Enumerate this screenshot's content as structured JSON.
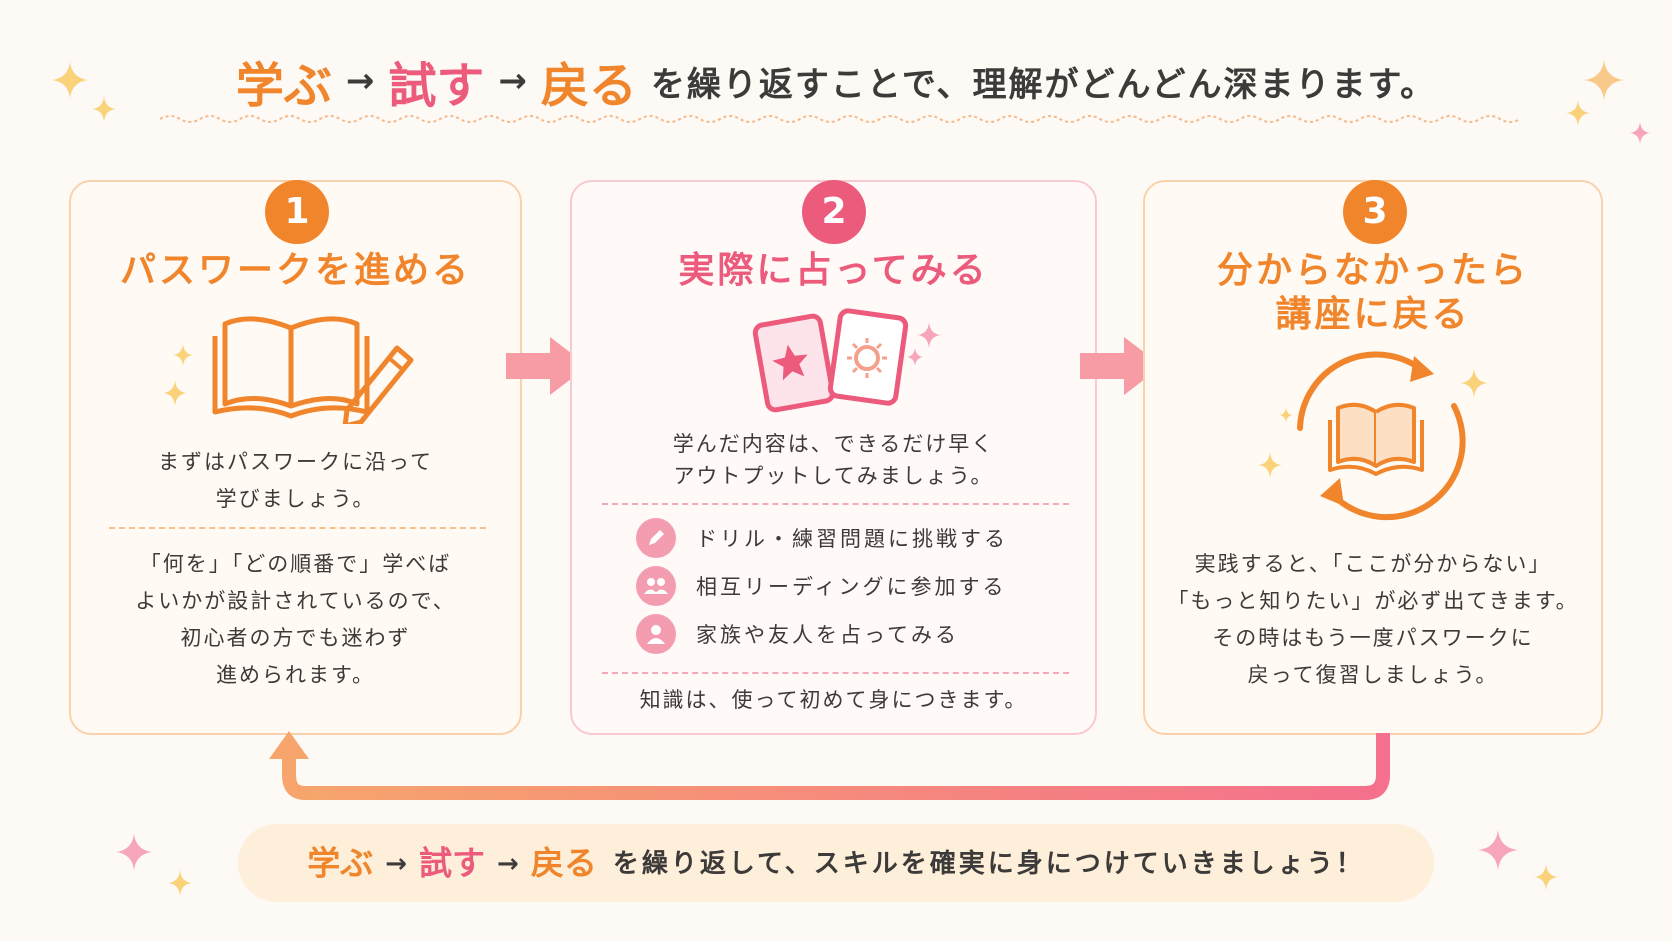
{
  "header": {
    "w1": "学ぶ",
    "a1": "→",
    "w2": "試す",
    "a2": "→",
    "w3": "戻る",
    "tail": "を繰り返すことで、理解がどんどん深まります。"
  },
  "cards": [
    {
      "num": "1",
      "title": "パスワークを進める",
      "intro": [
        "まずはパスワークに沿って",
        "学びましょう。"
      ],
      "body": [
        "「何を」「どの順番で」学べば",
        "よいかが設計されているので、",
        "初心者の方でも迷わず",
        "進められます。"
      ]
    },
    {
      "num": "2",
      "title": "実際に占ってみる",
      "intro": [
        "学んだ内容は、できるだけ早く",
        "アウトプットしてみましょう。"
      ],
      "items": [
        "ドリル・練習問題に挑戦する",
        "相互リーディングに参加する",
        "家族や友人を占ってみる"
      ],
      "footer": "知識は、使って初めて身につきます。"
    },
    {
      "num": "3",
      "title": [
        "分からなかったら",
        "講座に戻る"
      ],
      "body": [
        "実践すると、「ここが分からない」",
        "「もっと知りたい」が必ず出てきます。",
        "その時はもう一度パスワークに",
        "戻って復習しましょう。"
      ]
    }
  ],
  "footer": {
    "w1": "学ぶ",
    "a1": "→",
    "w2": "試す",
    "a2": "→",
    "w3": "戻る",
    "tail": "を繰り返して、スキルを確実に身につけていきましょう！"
  },
  "icons": {
    "card1": "open-book-with-pen-icon",
    "card2": "tarot-cards-icon",
    "card3": "book-cycle-icon",
    "items": [
      "pencil-icon",
      "people-icon",
      "person-icon"
    ],
    "flow": [
      "arrow-right-icon",
      "arrow-right-icon",
      "return-loop-arrow"
    ],
    "decor": "sparkle-icon"
  },
  "colors": {
    "orange": "#f0852c",
    "pink": "#ec5a7c",
    "pink_light": "#f59db0",
    "cream": "#fdefd9"
  }
}
